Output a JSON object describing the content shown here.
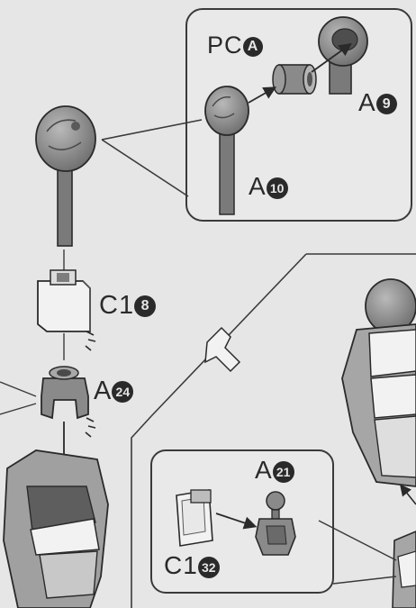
{
  "callouts": [
    {
      "key": "pc",
      "prefix": "PC",
      "number": "A",
      "name": "part-label-pc-a",
      "underline": false
    },
    {
      "key": "a9",
      "prefix": "A",
      "number": "9",
      "name": "part-label-a9",
      "underline": true
    },
    {
      "key": "a10",
      "prefix": "A",
      "number": "10",
      "name": "part-label-a10",
      "underline": false
    },
    {
      "key": "c18",
      "prefix": "C1",
      "number": "8",
      "name": "part-label-c1-8",
      "underline": false
    },
    {
      "key": "a24",
      "prefix": "A",
      "number": "24",
      "name": "part-label-a24",
      "underline": false
    },
    {
      "key": "a21",
      "prefix": "A",
      "number": "21",
      "name": "part-label-a21",
      "underline": false
    },
    {
      "key": "c132",
      "prefix": "C1",
      "number": "32",
      "name": "part-label-c1-32",
      "underline": false
    }
  ],
  "colors": {
    "paper": "#e6e6e6",
    "ink": "#2a2a2a",
    "part_dark": "#7a7a7a",
    "part_mid": "#a8a8a8",
    "part_light": "#f2f2f2",
    "part_shadow": "#5a5a5a"
  }
}
